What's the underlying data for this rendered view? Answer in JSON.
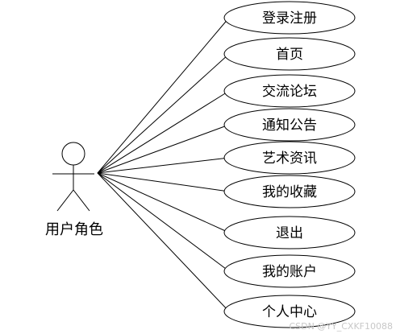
{
  "actor": {
    "label": "用户角色",
    "icon": "stick-figure-icon"
  },
  "use_cases": [
    {
      "label": "登录注册"
    },
    {
      "label": "首页"
    },
    {
      "label": "交流论坛"
    },
    {
      "label": "通知公告"
    },
    {
      "label": "艺术资讯"
    },
    {
      "label": "我的收藏"
    },
    {
      "label": "退出"
    },
    {
      "label": "我的账户"
    },
    {
      "label": "个人中心"
    }
  ],
  "watermark": "CSDN @YY_CXKF10088",
  "colors": {
    "stroke": "#000000",
    "use_case_fill": "#ffffff",
    "background": "#ffffff"
  }
}
